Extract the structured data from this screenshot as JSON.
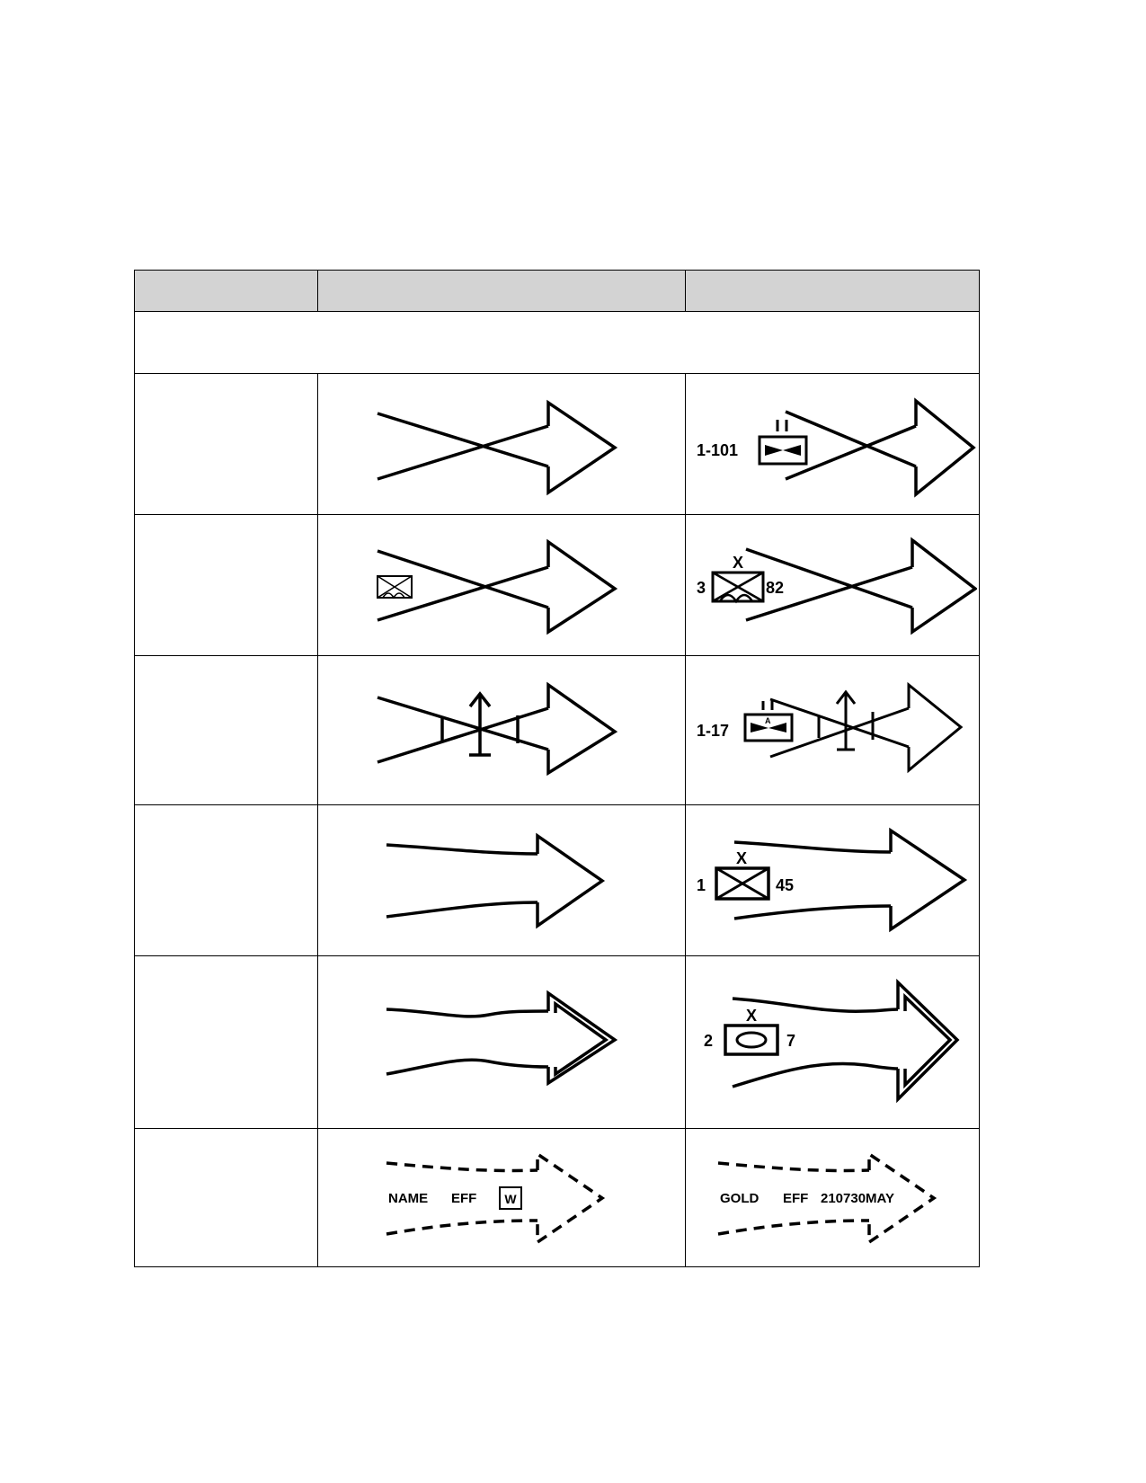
{
  "rows": [
    {
      "example": {
        "unit_number": "1-101"
      }
    },
    {
      "example": {
        "echelon": "X",
        "left_designator": "3",
        "right_designator": "82"
      }
    },
    {
      "example": {
        "unit_number": "1-17",
        "unit_modifier": "A"
      }
    },
    {
      "example": {
        "echelon": "X",
        "left_designator": "1",
        "right_designator": "45"
      }
    },
    {
      "example": {
        "echelon": "X",
        "left_designator": "2",
        "right_designator": "7"
      }
    },
    {
      "symbol": {
        "name": "NAME",
        "eff": "EFF",
        "box_letter": "W"
      },
      "example": {
        "name": "GOLD",
        "eff": "EFF",
        "dtg": "210730MAY"
      }
    }
  ]
}
